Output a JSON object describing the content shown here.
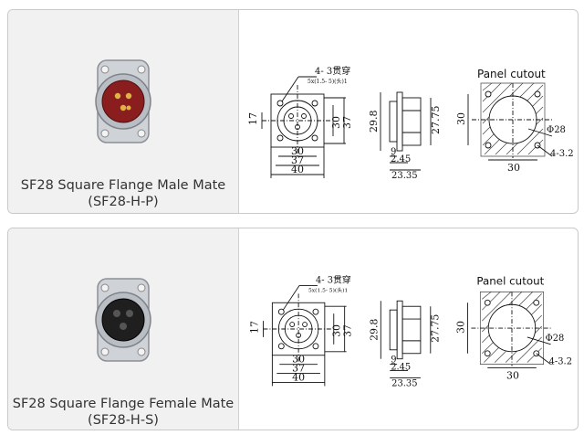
{
  "products": [
    {
      "title": "SF28 Square Flange Male Mate",
      "model": "(SF28-H-P)",
      "contacts": "male",
      "panel_cutout_label": "Panel cutout",
      "hole_note_main": "4- 3贯穿",
      "hole_note_sub": "5x(1.5- 5)(头)1",
      "dims": {
        "d17": "17",
        "d30": "30",
        "d37": "37",
        "d40": "40",
        "d30v": "30",
        "d37v": "37",
        "d29_8": "29.8",
        "d27_75": "27.75",
        "d9": "9",
        "d2_45": "2.45",
        "d23_35": "23.35",
        "cut_30v": "30",
        "cut_30h": "30",
        "phi28": "Φ28",
        "holes": "4-3.2"
      }
    },
    {
      "title": "SF28 Square Flange Female Mate",
      "model": "(SF28-H-S)",
      "contacts": "female",
      "panel_cutout_label": "Panel cutout",
      "hole_note_main": "4- 3贯穿",
      "hole_note_sub": "5x(1.5- 5)(头)1",
      "dims": {
        "d17": "17",
        "d30": "30",
        "d37": "37",
        "d40": "40",
        "d30v": "30",
        "d37v": "37",
        "d29_8": "29.8",
        "d27_75": "27.75",
        "d9": "9",
        "d2_45": "2.45",
        "d23_35": "23.35",
        "cut_30v": "30",
        "cut_30h": "30",
        "phi28": "Φ28",
        "holes": "4-3.2"
      }
    }
  ],
  "colors": {
    "male_insert": "#8a1d1d",
    "female_insert": "#1f1f1f",
    "metal": "#c8ccd0",
    "line": "#111111"
  }
}
